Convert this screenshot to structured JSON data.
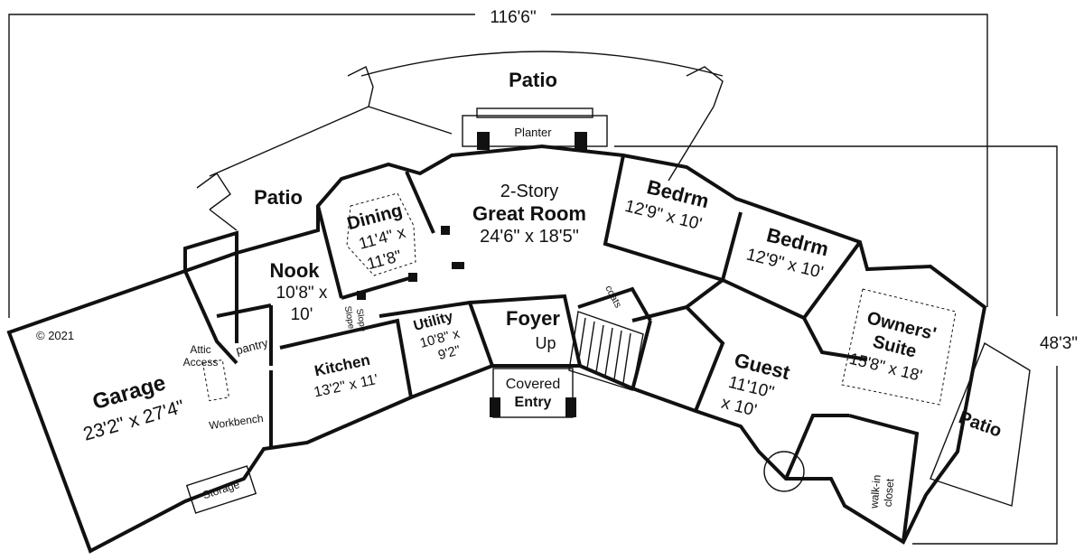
{
  "dimensions": {
    "overall_width": "116'6\"",
    "overall_depth": "48'3\""
  },
  "copyright": "© 2021",
  "rooms": {
    "patio_main": {
      "name": "Patio"
    },
    "patio_left": {
      "name": "Patio"
    },
    "patio_right": {
      "name": "Patio"
    },
    "planter": {
      "name": "Planter"
    },
    "great_room": {
      "line1": "2-Story",
      "line2": "Great Room",
      "size": "24'6\" x 18'5\""
    },
    "dining": {
      "name": "Dining",
      "size1": "11'4\" x",
      "size2": "11'8\""
    },
    "nook": {
      "name": "Nook",
      "size1": "10'8\" x",
      "size2": "10'"
    },
    "kitchen": {
      "name": "Kitchen",
      "size": "13'2\" x 11'"
    },
    "utility": {
      "name": "Utility",
      "size1": "10'8\" x",
      "size2": "9'2\""
    },
    "foyer": {
      "name": "Foyer",
      "stairs": "Up"
    },
    "covered_entry": {
      "line1": "Covered",
      "line2": "Entry"
    },
    "coats": {
      "name": "coats"
    },
    "bedroom1": {
      "name": "Bedrm",
      "size": "12'9\" x 10'"
    },
    "bedroom2": {
      "name": "Bedrm",
      "size": "12'9\" x 10'"
    },
    "guest": {
      "name": "Guest",
      "size1": "11'10\"",
      "size2": "x 10'"
    },
    "owners_suite": {
      "line1": "Owners'",
      "line2": "Suite",
      "size": "15'8\" x 18'"
    },
    "walk_in": {
      "line1": "walk-in",
      "line2": "closet"
    },
    "garage": {
      "name": "Garage",
      "size": "23'2\" x 27'4\""
    },
    "pantry": {
      "name": "pantry"
    },
    "attic": {
      "line1": "Attic",
      "line2": "Access"
    },
    "workbench": {
      "name": "Workbench"
    },
    "storage": {
      "name": "Storage"
    },
    "slope_a": {
      "name": "Slope"
    },
    "slope_b": {
      "name": "Slope"
    }
  }
}
